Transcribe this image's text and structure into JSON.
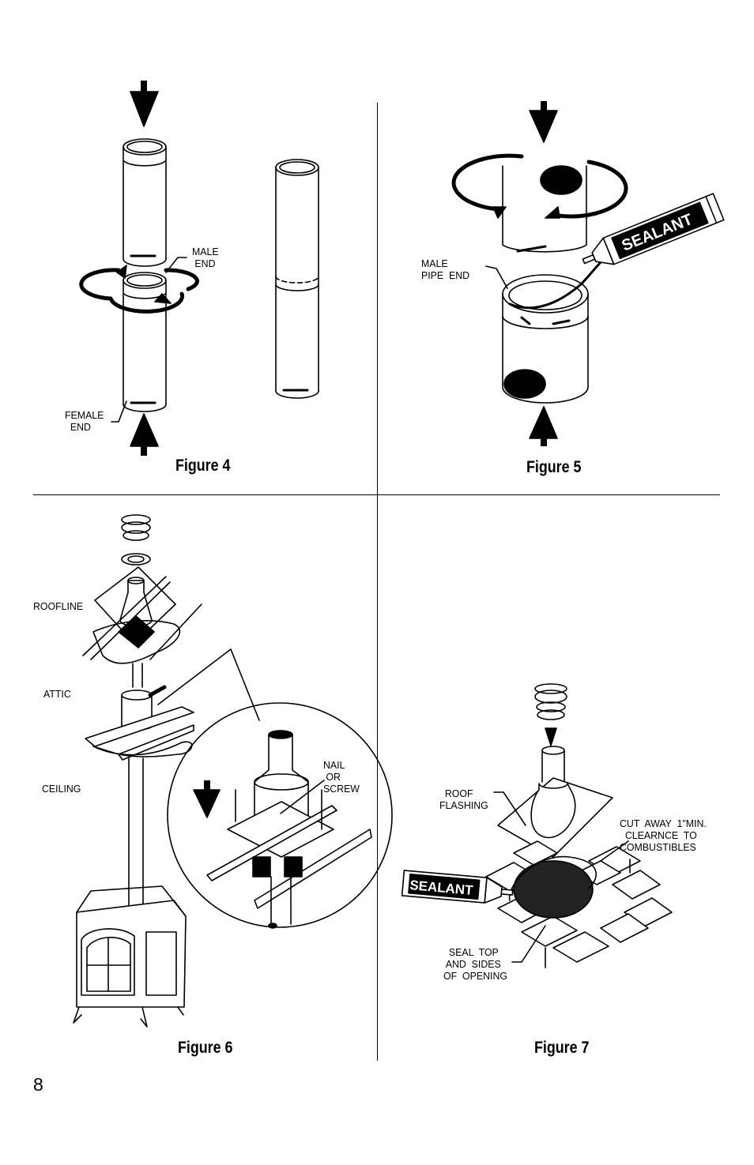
{
  "page_number": "8",
  "figures": [
    {
      "caption": "Figure 4",
      "labels": {
        "male_end": "MALE\n END",
        "female_end": "FEMALE\n  END"
      }
    },
    {
      "caption": "Figure 5",
      "labels": {
        "male_pipe_end": "MALE\nPIPE  END",
        "sealant_tube": "SEALANT"
      }
    },
    {
      "caption": "Figure 6",
      "labels": {
        "roofline": "ROOFLINE",
        "attic": "ATTIC",
        "ceiling": "CEILING",
        "nail_or_screw": "NAIL\n OR\nSCREW"
      }
    },
    {
      "caption": "Figure 7",
      "labels": {
        "roof_flashing": "  ROOF\nFLASHING",
        "cut_away": "CUT  AWAY  1\"MIN.\n  CLEARNCE  TO\nCOMBUSTIBLES",
        "seal_top": "  SEAL  TOP\n AND  SIDES\nOF  OPENING",
        "sealant_tube": "SEALANT"
      }
    }
  ]
}
